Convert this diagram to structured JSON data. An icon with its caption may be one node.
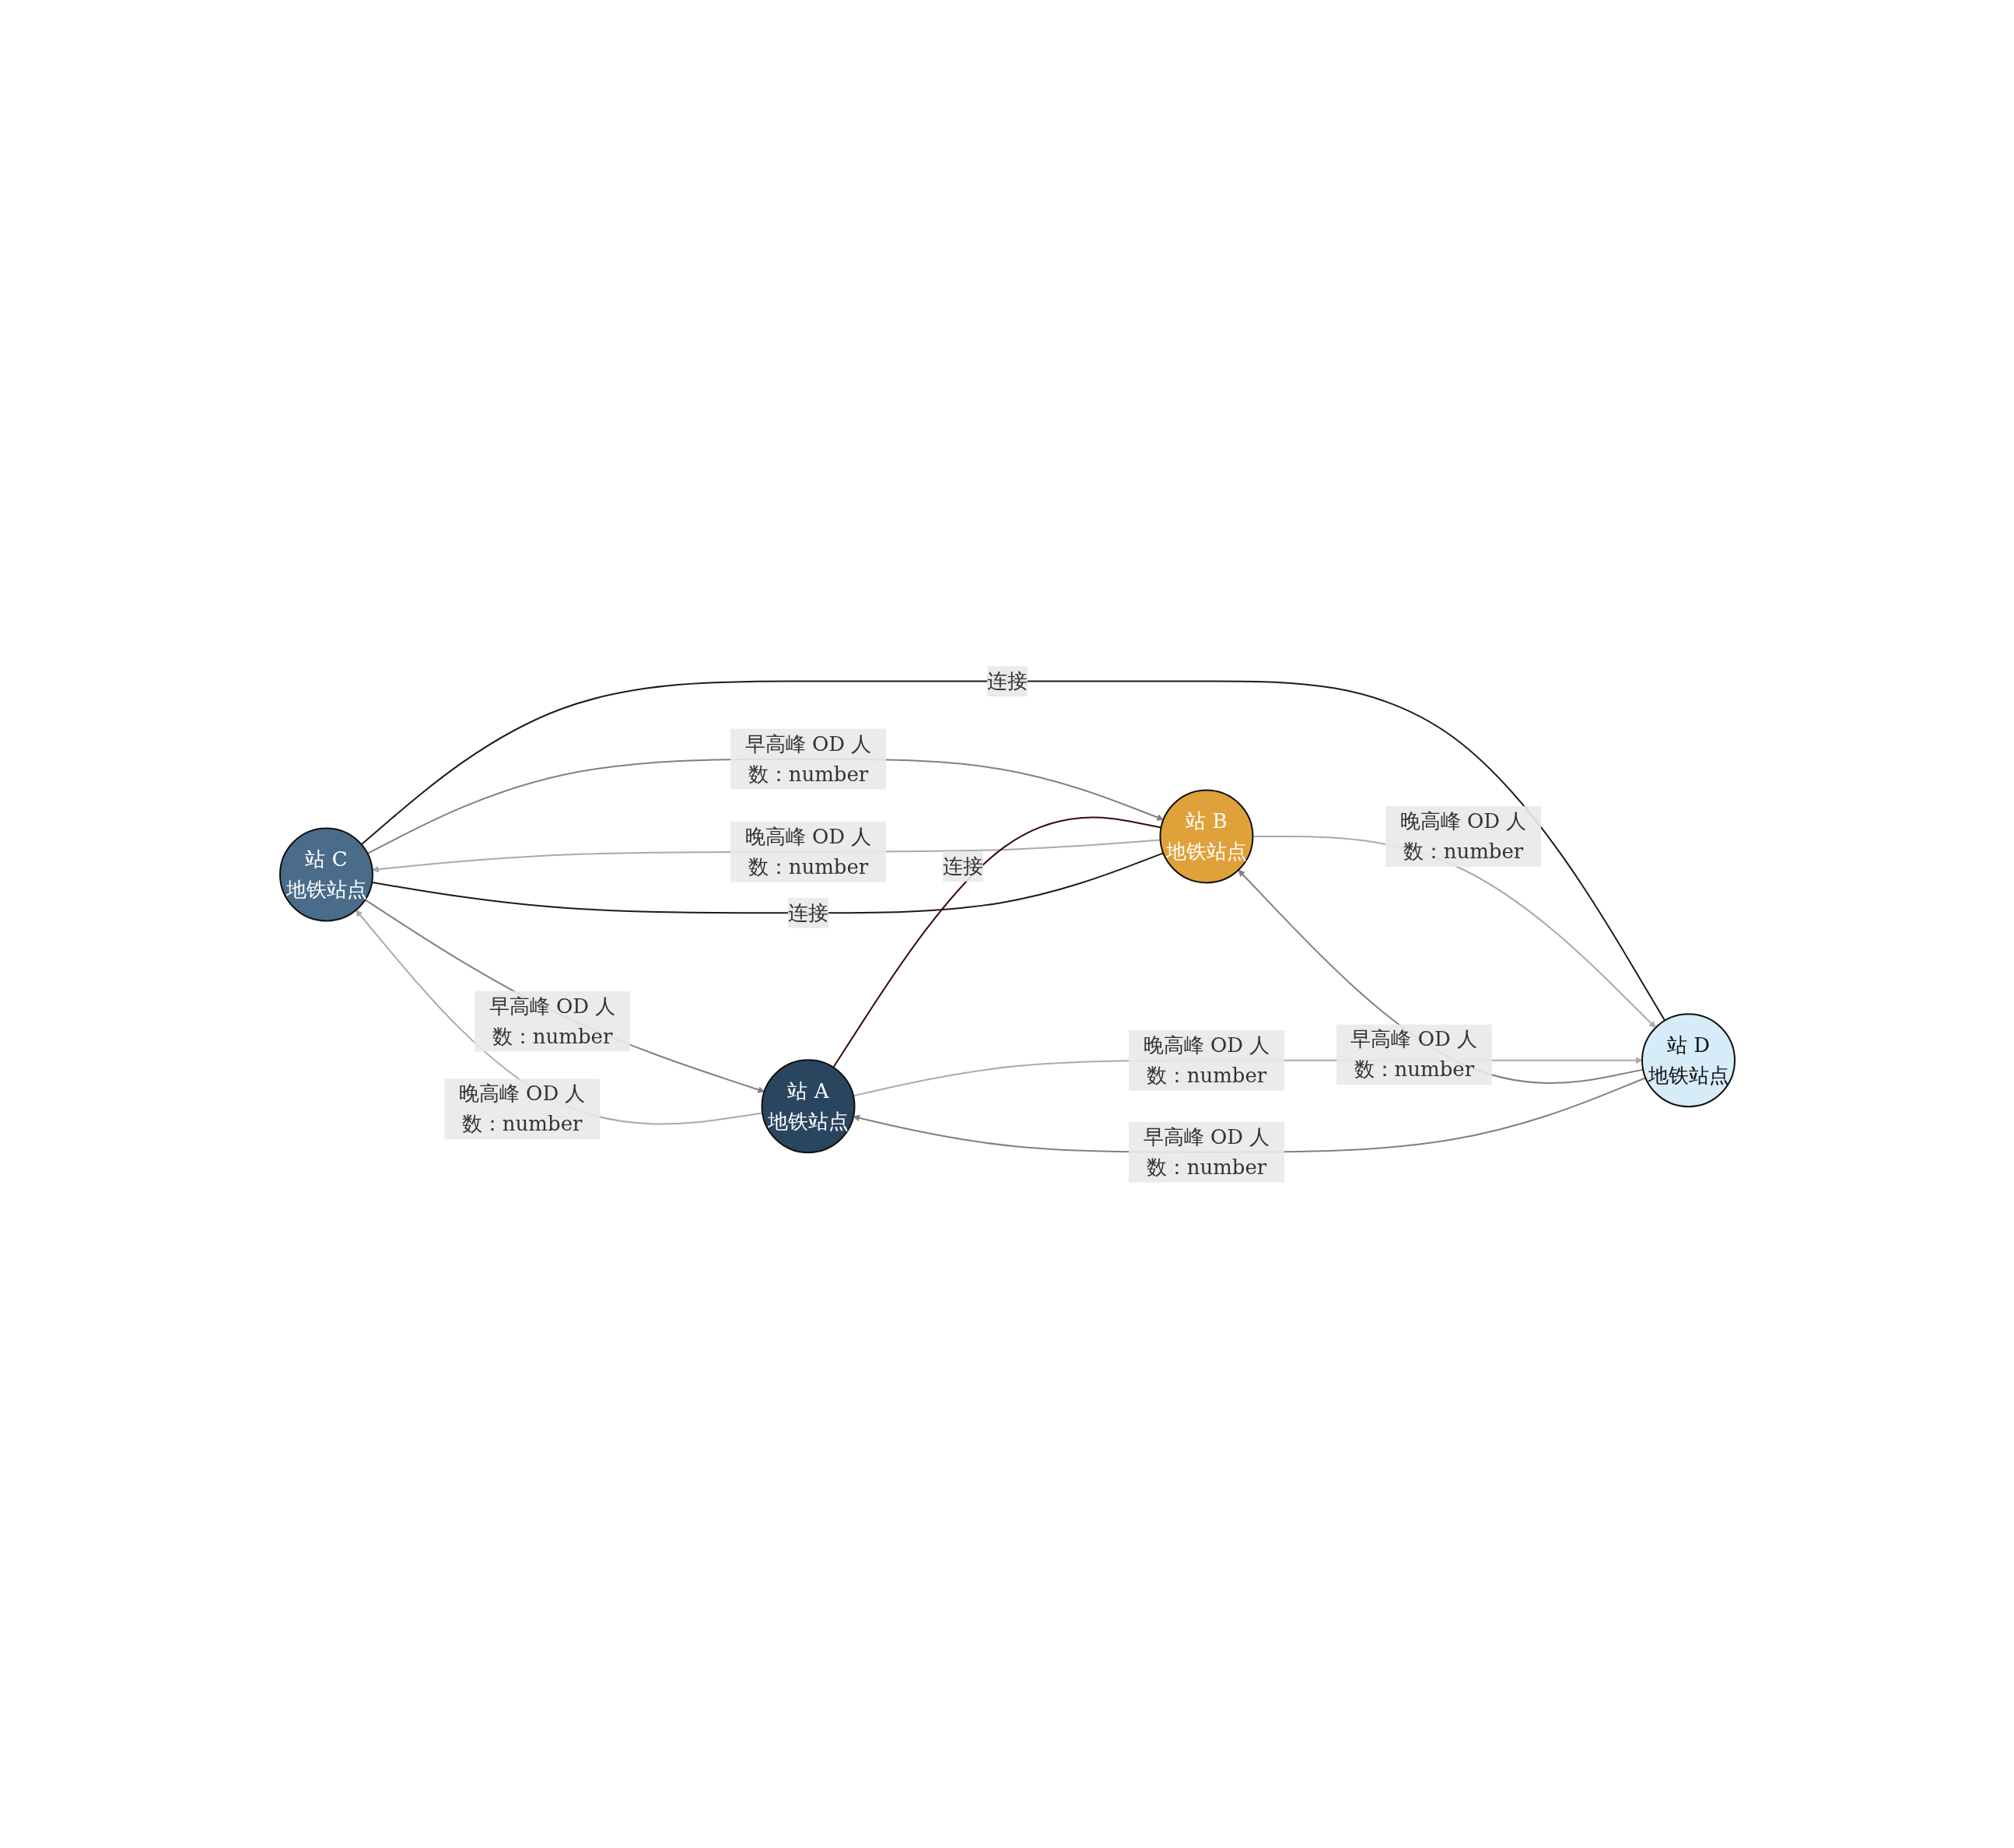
{
  "diagram": {
    "nodes": [
      {
        "text": [
          "站 C",
          "地铁站点"
        ]
      },
      {
        "text": [
          "站 B",
          "地铁站点"
        ]
      },
      {
        "text": [
          "站 A",
          "地铁站点"
        ]
      },
      {
        "text": [
          "站 D",
          "地铁站点"
        ]
      }
    ],
    "edges": [
      {
        "from": 2,
        "to": 0,
        "arrow": "to",
        "label": "晚高峰 OD 人数：number",
        "color": "#aaaaaa"
      },
      {
        "from": 0,
        "to": 2,
        "arrow": "to",
        "label": "早高峰 OD 人数：number",
        "color": "#808080"
      },
      {
        "from": 1,
        "to": 0,
        "arrow": "to",
        "label": "晚高峰 OD 人数：number",
        "color": "#aaaaaa"
      },
      {
        "from": 1,
        "to": 0,
        "arrow": "none",
        "label": "连接",
        "color": "#231815"
      },
      {
        "from": 0,
        "to": 1,
        "arrow": "to",
        "label": "早高峰 OD 人数：number",
        "color": "#808080"
      },
      {
        "from": 0,
        "to": 3,
        "arrow": "none",
        "label": "连接",
        "color": "#231815"
      },
      {
        "from": 1,
        "to": 3,
        "arrow": "to",
        "label": "晚高峰 OD 人数：number",
        "color": "#aaaaaa"
      },
      {
        "from": 3,
        "to": 1,
        "arrow": "to",
        "label": "早高峰 OD 人数：number",
        "color": "#808080"
      },
      {
        "from": 2,
        "to": 1,
        "arrow": "none",
        "label": "连接",
        "color": "#3a0a0a"
      },
      {
        "from": 2,
        "to": 3,
        "arrow": "to",
        "label": "晚高峰 OD 人数：number",
        "color": "#aaaaaa"
      },
      {
        "from": 3,
        "to": 2,
        "arrow": "to",
        "label": "早高峰 OD 人数：number",
        "color": "#808080"
      }
    ]
  }
}
